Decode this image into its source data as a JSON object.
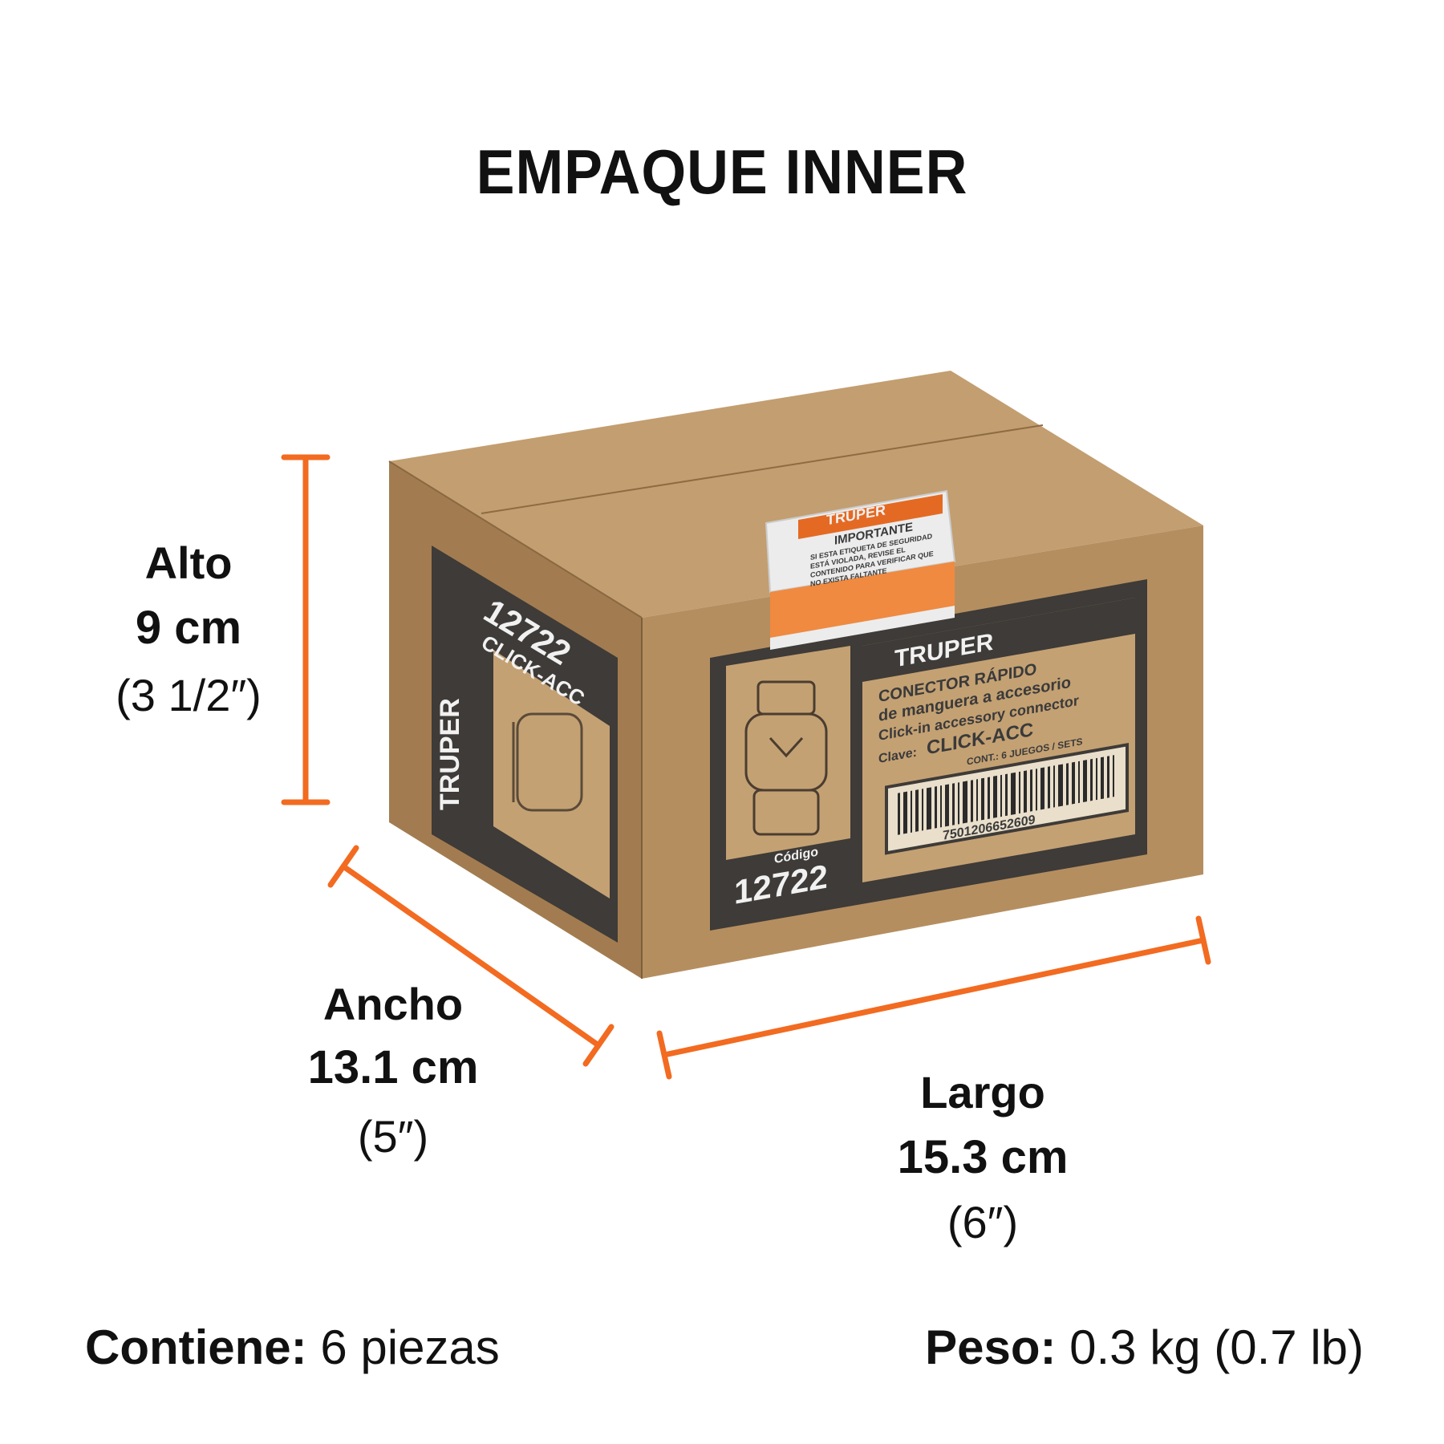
{
  "title": "EMPAQUE INNER",
  "colors": {
    "accent": "#F26B21",
    "box": "#B89466",
    "panel": "#3E3B38",
    "text": "#111111"
  },
  "alto": {
    "label": "Alto",
    "value": "9 cm",
    "imperial": "(3 1/2″)"
  },
  "ancho": {
    "label": "Ancho",
    "value": "13.1 cm",
    "imperial": "(5″)"
  },
  "largo": {
    "label": "Largo",
    "value": "15.3 cm",
    "imperial": "(6″)"
  },
  "contents": {
    "label": "Contiene:",
    "value": "6 piezas"
  },
  "weight": {
    "label": "Peso:",
    "value": "0.3 kg (0.7 lb)"
  },
  "box_print": {
    "brand": "TRUPER",
    "code": "12722",
    "model": "CLICK-ACC",
    "codigo_label": "Código",
    "product_es_1": "CONECTOR RÁPIDO",
    "product_es_2": "de manguera a accesorio",
    "product_en": "Click-in accessory connector",
    "clave_label": "Clave:",
    "contents_line": "CONT.: 6 JUEGOS / SETS",
    "barcode_number": "7501206652609",
    "seal_title": "IMPORTANTE",
    "seal_text_1": "SI ESTA ETIQUETA DE SEGURIDAD",
    "seal_text_2": "ESTÁ VIOLADA, REVISE EL",
    "seal_text_3": "CONTENIDO PARA VERIFICAR QUE",
    "seal_text_4": "NO EXISTA FALTANTE"
  }
}
